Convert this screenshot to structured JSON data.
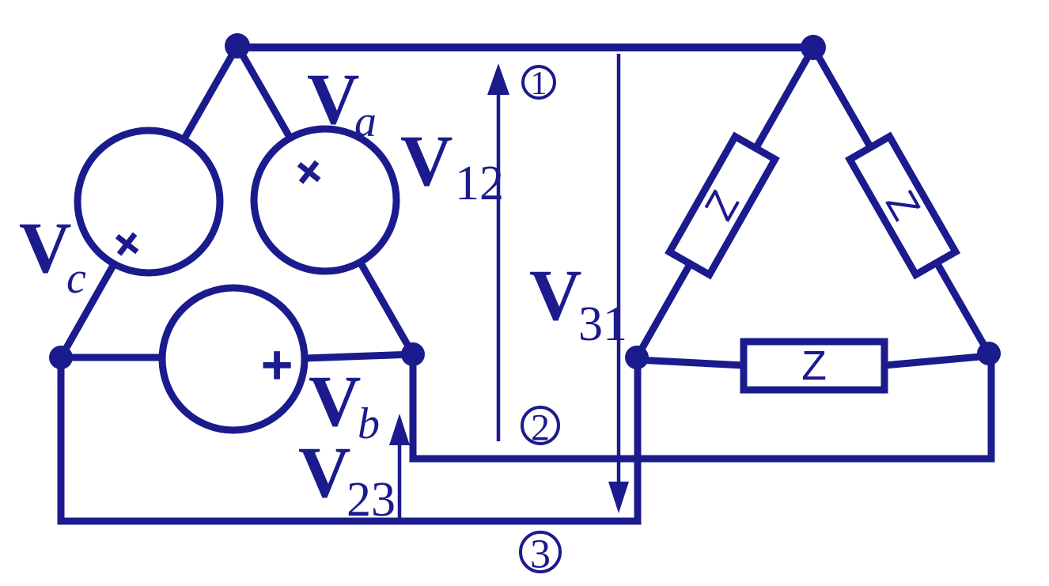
{
  "diagram": {
    "description": "Delta-connected three-phase source feeding a delta-connected impedance load",
    "ink_color": "#1b1b8e",
    "background_color": "#ffffff",
    "sources": [
      {
        "id": "a",
        "label_main": "V",
        "label_sub": "a",
        "polarity": "+"
      },
      {
        "id": "b",
        "label_main": "V",
        "label_sub": "b",
        "polarity": "+"
      },
      {
        "id": "c",
        "label_main": "V",
        "label_sub": "c",
        "polarity": "+"
      }
    ],
    "line_voltages": [
      {
        "label_main": "V",
        "label_sub": "12"
      },
      {
        "label_main": "V",
        "label_sub": "23"
      },
      {
        "label_main": "V",
        "label_sub": "31"
      }
    ],
    "lines": [
      {
        "number": "1"
      },
      {
        "number": "2"
      },
      {
        "number": "3"
      }
    ],
    "impedances": [
      {
        "label": "Z"
      },
      {
        "label": "Z"
      },
      {
        "label": "Z"
      }
    ]
  }
}
